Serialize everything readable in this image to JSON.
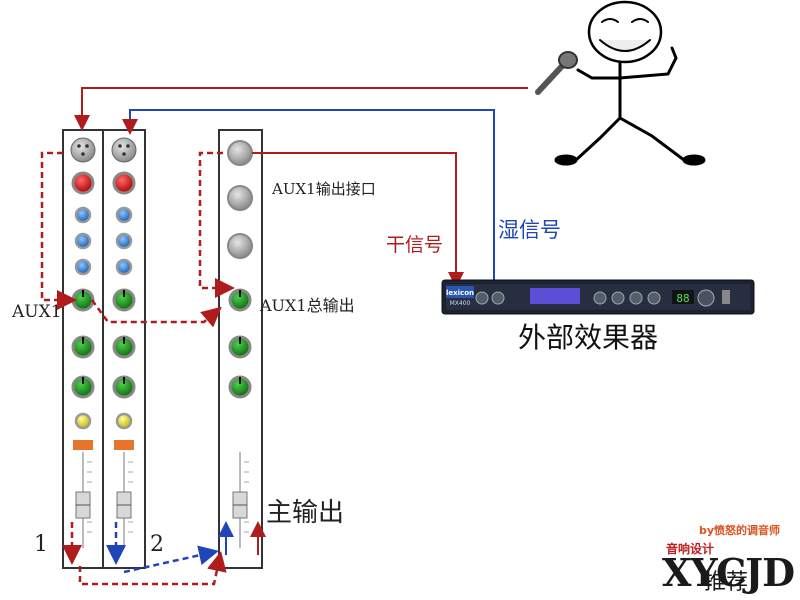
{
  "labels": {
    "aux1": "AUX1",
    "channel_1": "1",
    "channel_2": "2",
    "aux1_jack": "AUX1输出接口",
    "aux1_master": "AUX1总输出",
    "main_output": "主输出",
    "dry_signal": "干信号",
    "wet_signal": "湿信号",
    "external_fx": "外部效果器"
  },
  "device": {
    "brand": "lexicon",
    "model": "MX400",
    "display": "88"
  },
  "watermark": {
    "byline": "by愤怒的调音师",
    "subtitle": "音响设计",
    "logo": "XYCJD",
    "tail": "推荐"
  },
  "colors": {
    "dry": "#b01c1c",
    "wet": "#1f45b8",
    "knob_green": "#1e8a1e",
    "knob_red": "#e01010",
    "knob_blue": "#2a7ad8",
    "knob_yellow": "#f1e210",
    "strip_border": "#333333"
  }
}
